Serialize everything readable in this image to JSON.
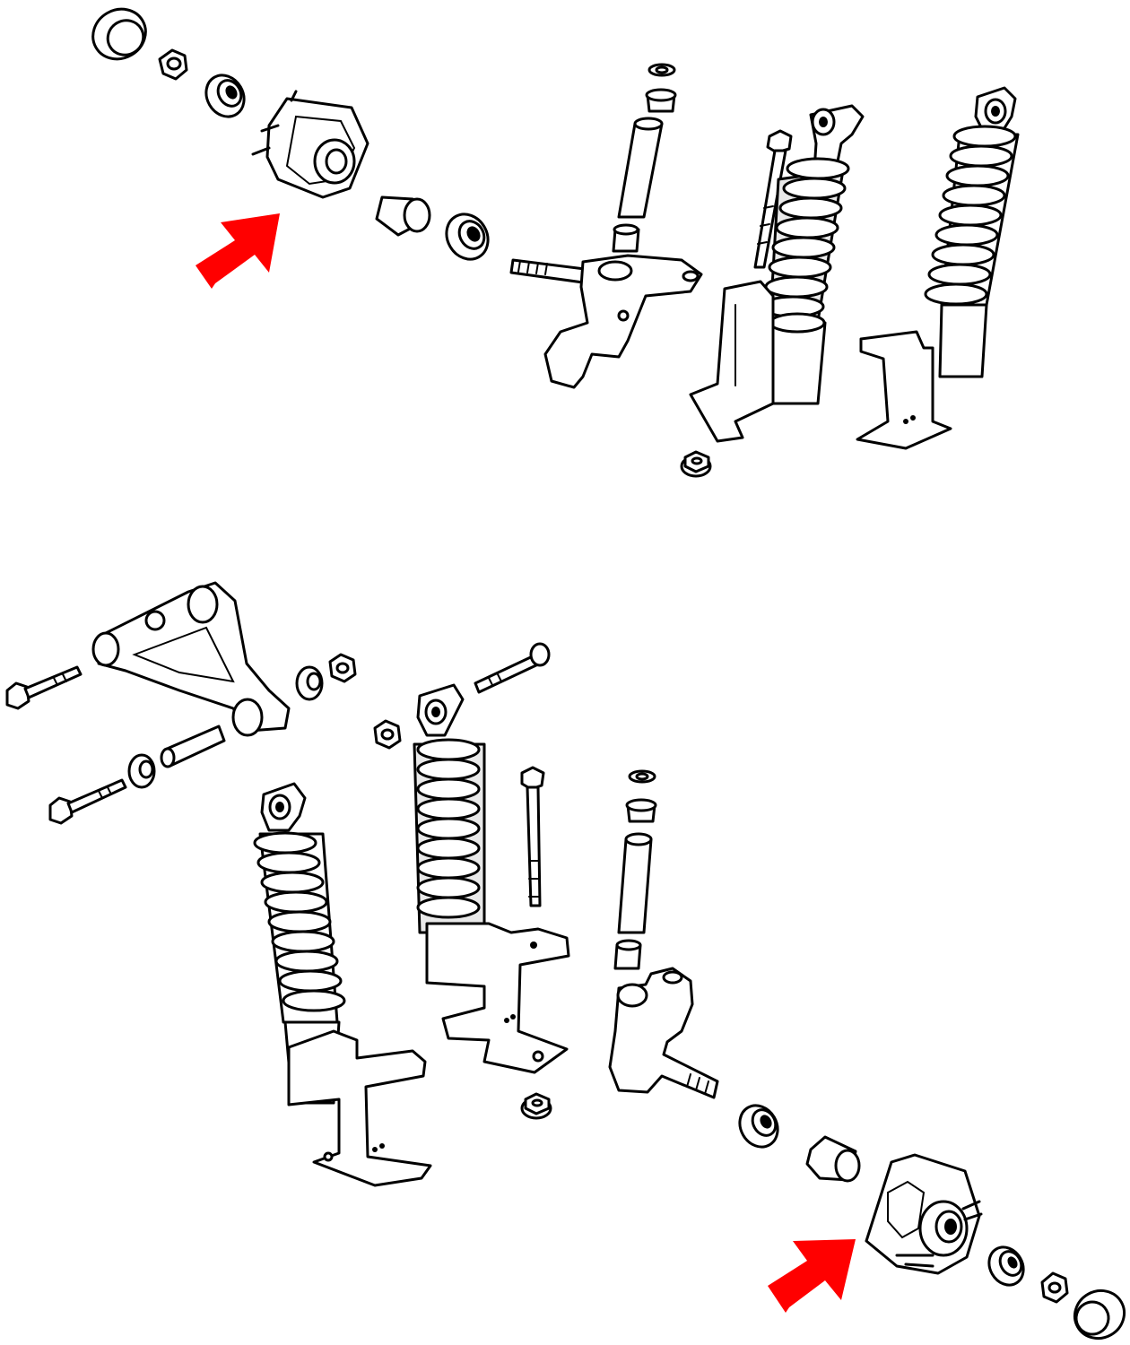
{
  "diagram": {
    "background": "#ffffff",
    "line_color": "#000000",
    "arrow_color": "#ff0000",
    "groups": [
      {
        "id": "top-assembly",
        "parts": [
          "dust-cap-icon",
          "lock-nut-icon",
          "outer-bearing-icon",
          "wheel-hub-icon",
          "spacer-sleeve-icon",
          "inner-bearing-icon",
          "spindle-icon",
          "king-pin-sleeve-icon",
          "washer-icon",
          "bushing-icon",
          "shock-bolt-icon",
          "coil-over-shock-icon",
          "shock-mount-bracket-icon",
          "flange-nut-icon"
        ]
      },
      {
        "id": "bottom-assembly",
        "parts": [
          "a-arm-icon",
          "a-arm-bolt-icon",
          "a-arm-bushing-icon",
          "coil-over-shock-icon",
          "shock-bracket-icon",
          "spindle-icon",
          "outer-bearing-icon",
          "spacer-sleeve-icon",
          "wheel-hub-icon",
          "lock-nut-icon",
          "dust-cap-icon"
        ]
      }
    ],
    "highlight_arrows": [
      {
        "points_to": "wheel-hub-icon",
        "group": "top-assembly"
      },
      {
        "points_to": "wheel-hub-icon",
        "group": "bottom-assembly"
      }
    ]
  }
}
